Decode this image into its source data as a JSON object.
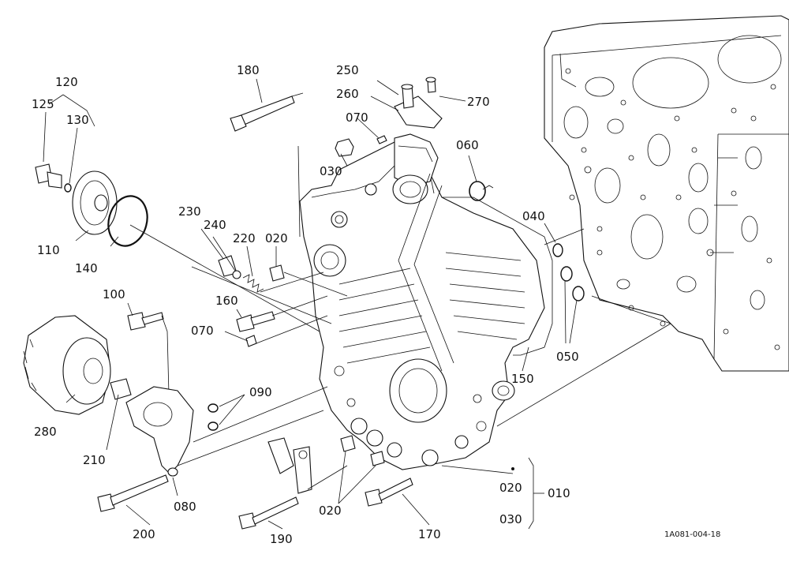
{
  "labels": {
    "p010": "010",
    "p020a": "020",
    "p020b": "020",
    "p020c": "020",
    "p030a": "030",
    "p030b": "030",
    "p040": "040",
    "p050": "050",
    "p060": "060",
    "p070a": "070",
    "p070b": "070",
    "p080": "080",
    "p090": "090",
    "p100": "100",
    "p110": "110",
    "p120": "120",
    "p125": "125",
    "p130": "130",
    "p140": "140",
    "p150": "150",
    "p160": "160",
    "p170": "170",
    "p180": "180",
    "p190": "190",
    "p200": "200",
    "p210": "210",
    "p220": "220",
    "p230": "230",
    "p240": "240",
    "p250": "250",
    "p260": "260",
    "p270": "270",
    "p280": "280",
    "figure_code": "1A081-004-18"
  }
}
